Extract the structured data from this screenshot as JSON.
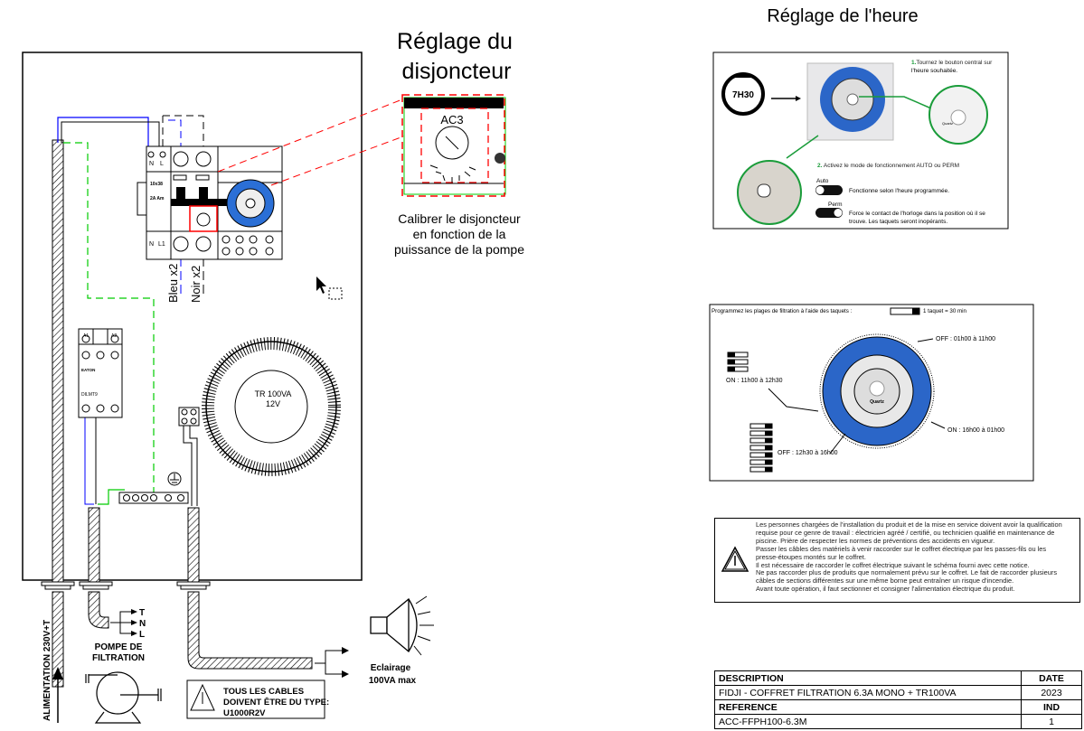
{
  "breaker_section": {
    "title_line1": "Réglage du",
    "title_line2": "disjoncteur",
    "caption_line1": "Calibrer le disjoncteur",
    "caption_line2": "en fonction de la",
    "caption_line3": "puissance de la pompe",
    "zoom_label": "AC3"
  },
  "panel": {
    "breaker_rating_1": "10x38",
    "breaker_rating_2": "2A Am",
    "terminal_n_top": "N",
    "terminal_l_top": "L",
    "terminal_n_bottom": "N",
    "terminal_l1_bottom": "L1",
    "wire_blue": "Bleu x2",
    "wire_black": "Noir x2",
    "contactor_brand": "EATON",
    "contactor_model": "DILMT9",
    "contactor_a1": "A1",
    "contactor_a2": "A2",
    "transformer_line1": "TR 100VA",
    "transformer_line2": "12V",
    "wire_colors": {
      "phase_neutral": "#0000ff",
      "earth": "#00cc00",
      "zoom_frame": "#ff0000"
    }
  },
  "bottom": {
    "supply": "ALIMENTATION 230V+T",
    "pump_line1": "POMPE DE",
    "pump_line2": "FILTRATION",
    "pump_t": "T",
    "pump_n": "N",
    "pump_l": "L",
    "cable_warning_line1": "TOUS LES CABLES",
    "cable_warning_line2": "DOIVENT ÊTRE DU TYPE:",
    "cable_warning_line3": "U1000R2V",
    "lighting_line1": "Eclairage",
    "lighting_line2": "100VA max"
  },
  "clock_section": {
    "title": "Réglage de l'heure",
    "alarm_time": "7H30",
    "step1_num": "1.",
    "step1": "Tournez le bouton central sur",
    "step1_line2": "l'heure souhaitée.",
    "step2_num": "2.",
    "step2": "Activez le mode de fonctionnement AUTO ou PERM",
    "auto_label": "Auto",
    "auto_desc": "Fonctionne selon l'heure programmée.",
    "perm_label": "Perm",
    "perm_desc_line1": "Force le contact de l'horloge dans la position où il se",
    "perm_desc_line2": "trouve. Les taquets seront inopérants.",
    "dial_label": "Quartz"
  },
  "program_section": {
    "intro": "Programmez les plages de filtration à l'aide des taquets :",
    "taquet_note": "1 taquet = 30 min",
    "off1": "OFF : 01h00 à 11h00",
    "on1": "ON : 11h00 à 12h30",
    "off2": "OFF : 12h30 à 16h00",
    "on2": "ON : 16h00 à 01h00",
    "dial_label": "Quartz"
  },
  "safety_notice": [
    "Les personnes chargées de l'installation du produit et de la mise en service doivent avoir la qualification",
    "requise pour ce genre de travail : électricien agréé / certifié, ou technicien qualifié en maintenance de",
    "piscine. Prière de respecter les normes de préventions des accidents en vigueur.",
    "Passer les câbles des matériels à venir raccorder sur le coffret électrique par les passes-fils ou les",
    "presse-étoupes montés sur le coffret.",
    "Il est nécessaire de raccorder le coffret électrique suivant le schéma fourni avec cette notice.",
    "Ne pas raccorder plus de produits que normalement prévu sur le coffret. Le fait de raccorder plusieurs",
    "câbles de sections différentes sur une même borne peut entraîner un risque d'incendie.",
    "Avant toute opération, il faut sectionner et consigner l'alimentation électrique du produit."
  ],
  "title_block": {
    "description_header": "DESCRIPTION",
    "date_header": "DATE",
    "description": "FIDJI - COFFRET FILTRATION 6.3A MONO + TR100VA",
    "date": "2023",
    "reference_header": "REFERENCE",
    "ind_header": "IND",
    "reference": "ACC-FFPH100-6.3M",
    "ind": "1"
  }
}
